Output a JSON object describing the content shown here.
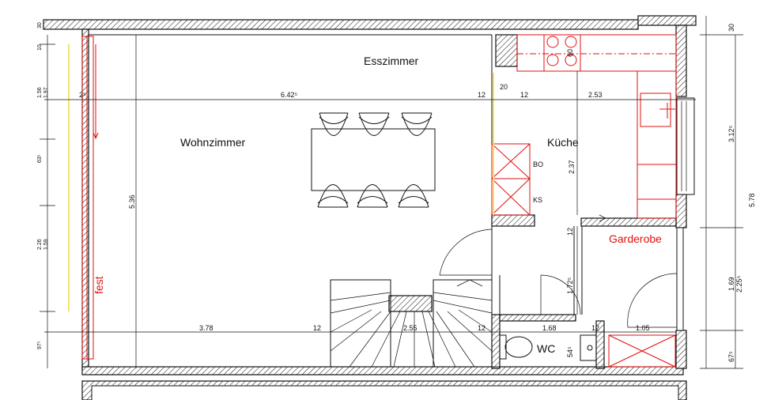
{
  "rooms": {
    "esszimmer": "Esszimmer",
    "wohnzimmer": "Wohnzimmer",
    "kueche": "Küche",
    "garderobe": "Garderobe",
    "wc": "WC",
    "fest": "fest"
  },
  "appliances": {
    "bo": "BO",
    "ks": "KS"
  },
  "dims": {
    "top_30": "30",
    "top_10": "10",
    "top_1_56": "1.56",
    "top_1_97": "1.97",
    "left_2_5": "2⁵",
    "len_6_42": "6.42⁵",
    "d12a": "12",
    "d20": "20",
    "d12b": "12",
    "d2_53": "2.53",
    "d60": "60",
    "left_63": "63⁵",
    "left_5_36": "5.36",
    "d2_37": "2.37",
    "d12c": "12",
    "d1_72": "1.72⁵",
    "left_2_26": "2.26",
    "left_1_59": "1.59",
    "left_97": "97⁵",
    "d3_78": "3.78",
    "d12d": "12",
    "d2_55": "2.55",
    "d12e": "12",
    "d1_68": "1.68",
    "d12f": "12",
    "d1_05": "1.05",
    "d54": "54⁵",
    "right_3_12": "3.12⁵",
    "right_5_78": "5.78",
    "right_1_69": "1.69",
    "right_2_25": "2.25⁵",
    "right_67": "67⁵"
  },
  "colors": {
    "line": "#111111",
    "accent": "#e01010",
    "window": "#f2e36a"
  }
}
